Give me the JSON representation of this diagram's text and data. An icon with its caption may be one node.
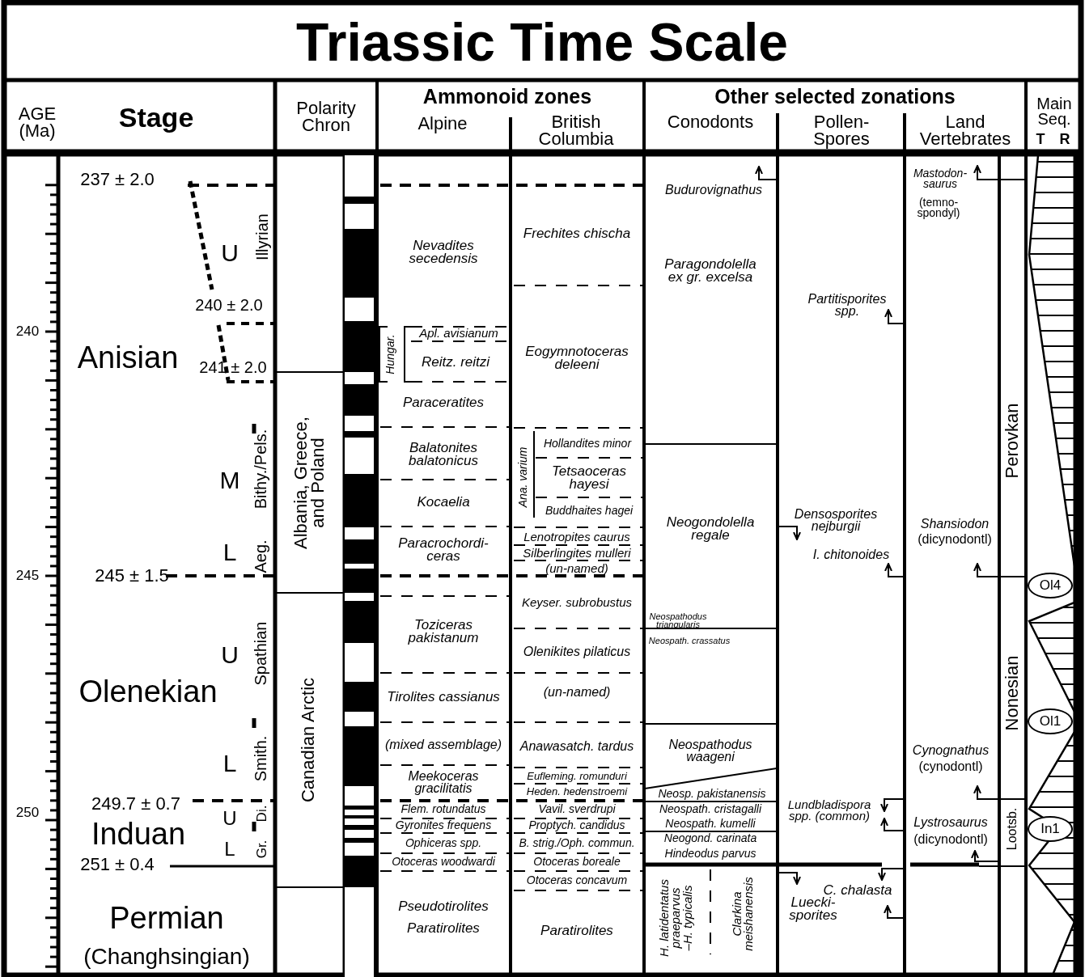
{
  "diagram": {
    "title": "Triassic Time Scale",
    "nodes": [
      {
        "text": [
          "Ol4"
        ]
      },
      {
        "text": [
          "Ol1"
        ]
      },
      {
        "text": [
          "In1"
        ]
      }
    ],
    "labels": [
      "AGE (Ma)",
      "Stage",
      "Polarity Chron",
      "Ammonoid zones",
      "Alpine",
      "British Columbia",
      "Other selected zonations",
      "Conodonts",
      "Pollen- Spores",
      "Land Vertebrates",
      "Main Seq.",
      "T",
      "R",
      "240",
      "245",
      "250",
      "237 ± 2.0",
      "U",
      "Illyrian",
      "240 ± 2.0",
      "Anisian",
      "241 ± 2.0",
      "Bithy./Pels.",
      "M",
      "L",
      "Aeg.",
      "245 ± 1.5",
      "U",
      "Spathian",
      "Olenekian",
      "L",
      "Smith.",
      "249.7 ± 0.7",
      "U",
      "Di.",
      "Induan",
      "L",
      "Gr.",
      "251 ± 0.4",
      "Permian",
      "(Changhsingian)",
      "Albania, Greece, and Poland",
      "Canadian Arctic",
      "Nevadites secedensis",
      "Hungar.",
      "Apl. avisianum",
      "Reitz. reitzi",
      "Paraceratites",
      "Balatonites balatonicus",
      "Kocaelia",
      "Paracrochordi- ceras",
      "Toziceras pakistanum",
      "Tirolites cassianus",
      "(mixed assemblage)",
      "Meekoceras gracilitatis",
      "Flem. rotundatus",
      "Gyronites frequens",
      "*Ophiceras* spp.",
      "Otoceras woodwardi",
      "Pseudotirolites",
      "Paratirolites",
      "Frechites chischa",
      "Eogymnotoceras deleeni",
      "Ana. varium",
      "Hollandites minor",
      "Tetsaoceras hayesi",
      "Buddhaites hagei",
      "Lenotropites caurus",
      "Silberlingites mulleri",
      "(un-named)",
      "Keyser. subrobustus",
      "Olenikites pilaticus",
      "(un-named)",
      "Anawasatch. tardus",
      "Eufleming. romunduri",
      "Heden. hedenstroemi",
      "Vavil. sverdrupi",
      "Proptych. candidus",
      "B. strig./Oph. commun.",
      "Otoceras boreale",
      "Otoceras concavum",
      "Paratirolites",
      "Budurovignathus",
      "Paragondolella ex gr. excelsa",
      "Neogondolella regale",
      "Neospathodus triangularis",
      "Neospath. crassatus",
      "Neospathodus waageni",
      "Neosp. pakistanensis",
      "Neospath. cristagalli",
      "Neospath. kumelli",
      "Neogond. carinata",
      "Hindeodus parvus",
      "H. latidentatus praeparvus –H. typicalis",
      "Clarkina meishanensis",
      "*Partitisporites* spp.",
      "Densosporites nejburgii",
      "I. chitonoides",
      "*Lundbladispora* spp. (common)",
      "C. chalasta",
      "Luecki- sporites",
      "Mastodon- saurus",
      "(temno- spondyl)",
      "Shansiodon",
      "(dicynodontl)",
      "Cynognathus",
      "(cynodontl)",
      "Lystrosaurus",
      "(dicynodontl)",
      "Perovkan",
      "Nonesian",
      "Lootsb."
    ]
  }
}
